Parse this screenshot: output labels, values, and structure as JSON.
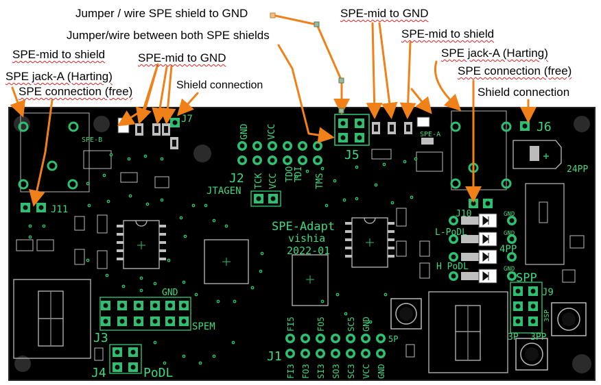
{
  "annotations": {
    "jumper_wire_shield_gnd": "Jumper / wire SPE shield to GND",
    "jumper_between_shields": "Jumper/wire between both SPE shields",
    "spe_mid_shield_left": "SPE-mid to shield",
    "spe_mid_gnd_left": "SPE-mid to GND",
    "spe_jack_a_left": "SPE jack-A (Harting)",
    "spe_connection_free_left": "SPE connection (free)",
    "shield_connection_left": "Shield connection",
    "spe_mid_gnd_right": "SPE-mid to GND",
    "spe_mid_shield_right": "SPE-mid to shield",
    "spe_jack_a_right": "SPE jack-A (Harting)",
    "spe_connection_free_right": "SPE connection (free)",
    "shield_connection_right": "Shield connection"
  },
  "silkscreen": {
    "spe_b": "SPE-B",
    "spe_a": "SPE-A",
    "j7": "J7",
    "j6": "J6",
    "j11": "J11",
    "j2": "J2",
    "j5": "J5",
    "jtagen": "JTAGEN",
    "tdo": "TDO",
    "tdi": "TDI",
    "tms": "TMS",
    "tck": "TCK",
    "vcc_top": "VCC",
    "gnd_top": "GND",
    "vcc_bottom": "VCC",
    "board_title": "SPE-Adapt",
    "author": "vishia",
    "date": "2022-01",
    "j10": "J10",
    "l_podl": "L-PoDL",
    "h_podl": "H PoDL",
    "pp4": "4PP",
    "pp24": "24PP",
    "gnd_r1": "GND",
    "gnd_r2": "GND",
    "gnd_r3": "GND",
    "spp": "SPP",
    "j9": "J9",
    "sp3_label": "3SP",
    "bp3": "3P",
    "pp3": "3PP",
    "gnd_mid": "GND",
    "spem": "SPEM",
    "j3": "J3",
    "j4": "J4",
    "podl": "PoDL",
    "j1": "J1",
    "fi5": "FI5",
    "fo5": "FO5",
    "sc5": "SC5",
    "gnd_j1": "GND",
    "sp5": "5P",
    "fi3": "FI3",
    "fo3": "FO3",
    "si3": "SI3",
    "so3": "SO3",
    "sc3": "SC3",
    "vcc_j1": "VCC",
    "gnd_j1b": "GND"
  },
  "colors": {
    "board": "#000000",
    "silkscreen": "#3fd97f",
    "pad_green": "#2fbf71",
    "pad_grey": "#bfbfbf",
    "arrow": "#f08018",
    "leader_end": "#9bb89b"
  }
}
